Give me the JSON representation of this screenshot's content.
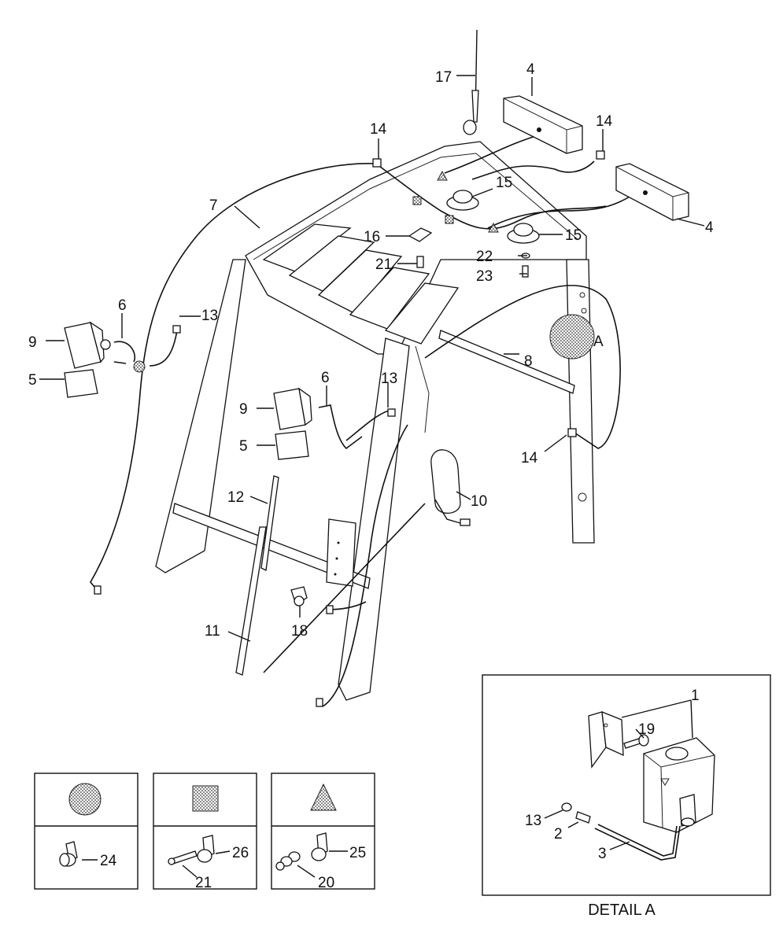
{
  "callouts": {
    "n1": "1",
    "n2": "2",
    "n3": "3",
    "n4a": "4",
    "n4b": "4",
    "n5a": "5",
    "n5b": "5",
    "n6a": "6",
    "n6b": "6",
    "n7": "7",
    "n8": "8",
    "n9a": "9",
    "n9b": "9",
    "n10": "10",
    "n11": "11",
    "n12": "12",
    "n13a": "13",
    "n13b": "13",
    "n13c": "13",
    "n14a": "14",
    "n14b": "14",
    "n14c": "14",
    "n15a": "15",
    "n15b": "15",
    "n16": "16",
    "n17": "17",
    "n18": "18",
    "n19": "19",
    "n20": "20",
    "n21a": "21",
    "n21b": "21",
    "n22": "22",
    "n23": "23",
    "n24": "24",
    "n25": "25",
    "n26": "26",
    "detail_marker": "A"
  },
  "detail_caption": "DETAIL A",
  "legend": [
    {
      "symbol": "circle",
      "part": "24"
    },
    {
      "symbol": "square",
      "part": "26"
    },
    {
      "symbol": "triangle",
      "part": "25"
    }
  ]
}
